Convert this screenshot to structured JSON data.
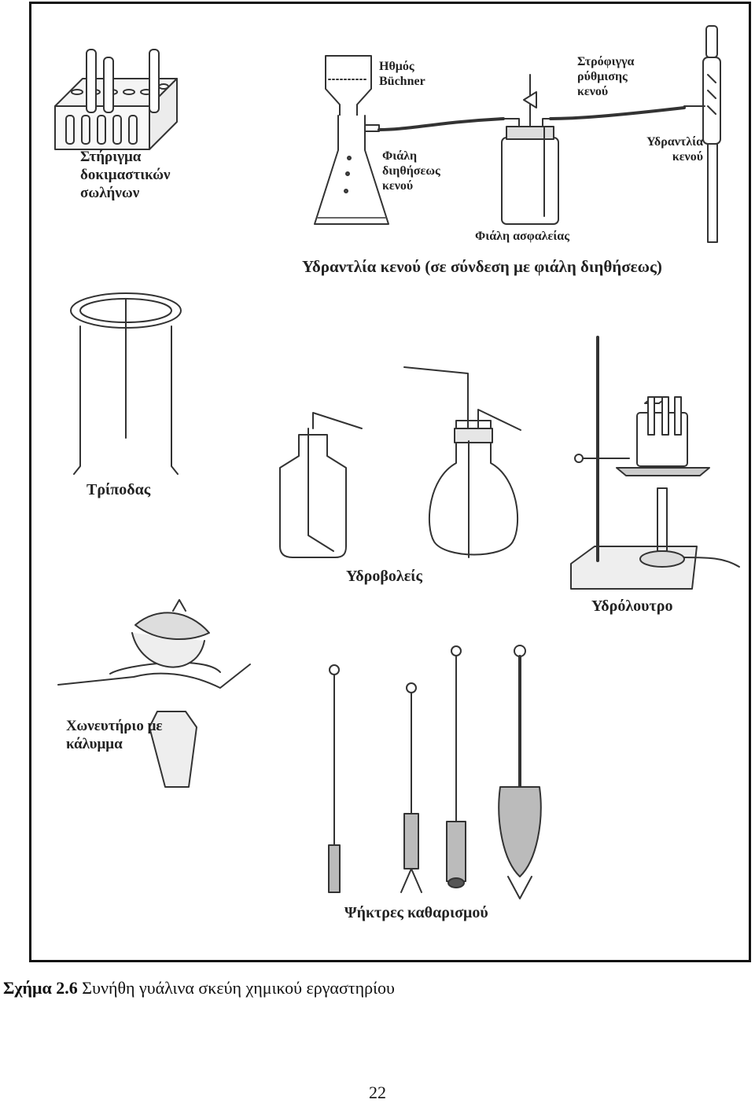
{
  "labels": {
    "rack": "Στήριγμα δοκιμαστικών σωλήνων",
    "buchner": "Ηθμός Büchner",
    "stopcock": "Στρόφιγγα ρύθμισης κενού",
    "aspirator": "Υδραντλία κενού",
    "filter_flask": "Φιάλη διηθήσεως κενού",
    "safety_flask": "Φιάλη ασφαλείας",
    "vacuum_title": "Υδραντλία κενού (σε σύνδεση με φιάλη διηθήσεως)",
    "tripod": "Τρίποδας",
    "wash_bottles": "Υδροβολείς",
    "water_bath": "Υδρόλουτρο",
    "crucible": "Χωνευτήριο με κάλυμμα",
    "brushes": "Ψήκτρες καθαρισμού"
  },
  "caption": {
    "number": "Σχήμα 2.6",
    "text": "Συνήθη γυάλινα σκεύη χημικού εργαστηρίου"
  },
  "page_number": "22"
}
